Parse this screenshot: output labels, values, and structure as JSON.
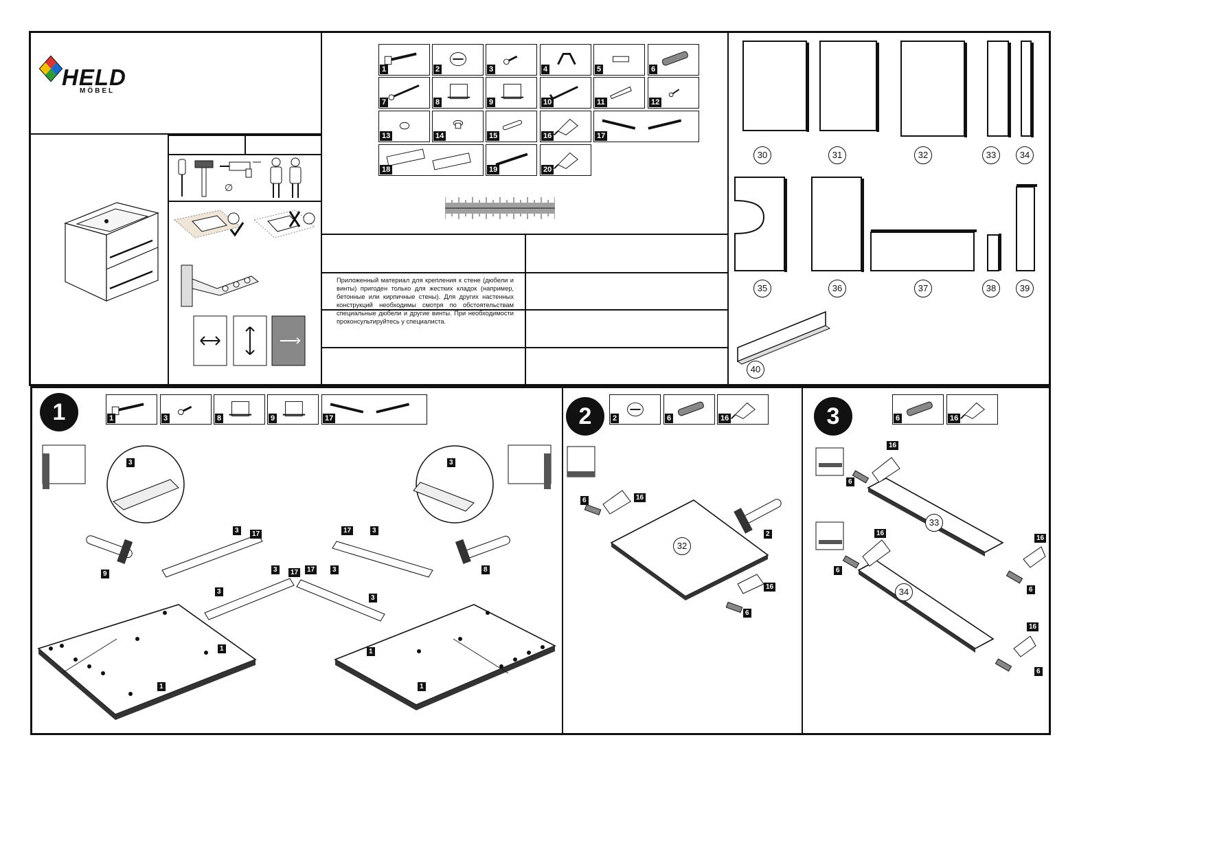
{
  "brand": {
    "name": "HELD",
    "sub": "MÖBEL"
  },
  "tools": {
    "diameter_symbol": "∅"
  },
  "parts_header": [
    {
      "num": "1",
      "icon": "bolt-icon"
    },
    {
      "num": "2",
      "icon": "cam-lock-icon"
    },
    {
      "num": "3",
      "icon": "small-screw-icon"
    },
    {
      "num": "4",
      "icon": "bracket-icon"
    },
    {
      "num": "5",
      "icon": "wall-plug-icon"
    },
    {
      "num": "6",
      "icon": "wooden-dowel-icon"
    },
    {
      "num": "7",
      "icon": "long-screw-icon"
    },
    {
      "num": "8",
      "icon": "drawer-clip-icon"
    },
    {
      "num": "9",
      "icon": "drawer-clip-icon"
    },
    {
      "num": "10",
      "icon": "hook-screw-icon"
    },
    {
      "num": "11",
      "icon": "anchor-plug-icon"
    },
    {
      "num": "12",
      "icon": "tiny-screw-icon"
    },
    {
      "num": "13",
      "icon": "cap-icon"
    },
    {
      "num": "14",
      "icon": "foot-icon"
    },
    {
      "num": "15",
      "icon": "strip-icon"
    },
    {
      "num": "16",
      "icon": "glue-icon"
    },
    {
      "num": "17",
      "icon": "drawer-rails-icon"
    },
    {
      "num": "18",
      "icon": "drawer-sides-icon"
    },
    {
      "num": "19",
      "icon": "handle-profile-icon"
    },
    {
      "num": "20",
      "icon": "glue-icon"
    }
  ],
  "note_text": "Приложенный материал для крепления к стене (дюбели и винты) пригоден только для жестких кладок (например, бетонные или кирпичные стены). Для других настенных конструкций необходимы смотря по обстоятельствам специальные дюбели и другие винты. При необходимости проконсультируйтесь у специалиста.",
  "panels": [
    "30",
    "31",
    "32",
    "33",
    "34",
    "35",
    "36",
    "37",
    "38",
    "39",
    "40"
  ],
  "steps": [
    {
      "num": "1",
      "parts": [
        "1",
        "3",
        "8",
        "9",
        "17"
      ]
    },
    {
      "num": "2",
      "parts": [
        "2",
        "6",
        "16"
      ]
    },
    {
      "num": "3",
      "parts": [
        "6",
        "16"
      ]
    }
  ],
  "step1_callouts": [
    "3",
    "3",
    "17",
    "3",
    "17",
    "3",
    "9",
    "1",
    "1",
    "3",
    "17",
    "3",
    "17",
    "3",
    "3",
    "8",
    "1",
    "1"
  ],
  "step2_callouts": {
    "dowel": "6",
    "glue": "16",
    "cam": "2",
    "glue2": "16",
    "dowel2": "6",
    "panel": "32"
  },
  "step3_callouts": {
    "glue_a": "16",
    "dowel_a": "6",
    "panel_a": "33",
    "glue_b": "16",
    "dowel_b": "6",
    "glue_c": "16",
    "dowel_c": "6",
    "panel_b": "34",
    "glue_d": "16",
    "dowel_d": "6"
  }
}
